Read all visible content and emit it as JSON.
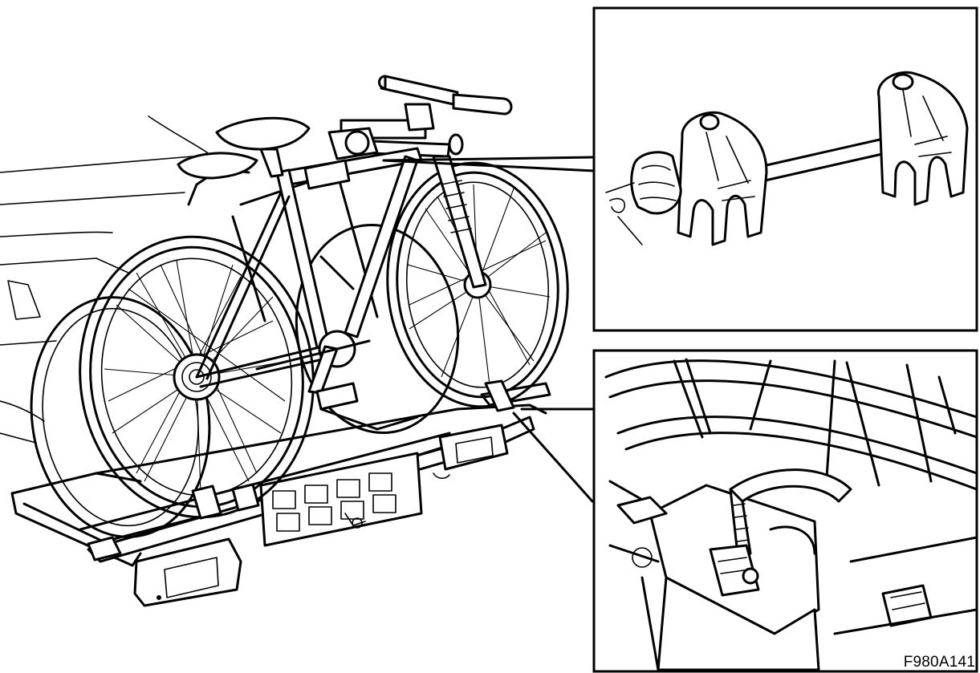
{
  "figure": {
    "code": "F980A141"
  },
  "icons": {
    "main_view": "bicycle-on-towbar-carrier",
    "detail_top": "frame-holder-arm-with-lock-knob",
    "detail_bottom": "wheel-strap-ratchet"
  },
  "colors": {
    "line": "#000000",
    "background": "#ffffff"
  }
}
